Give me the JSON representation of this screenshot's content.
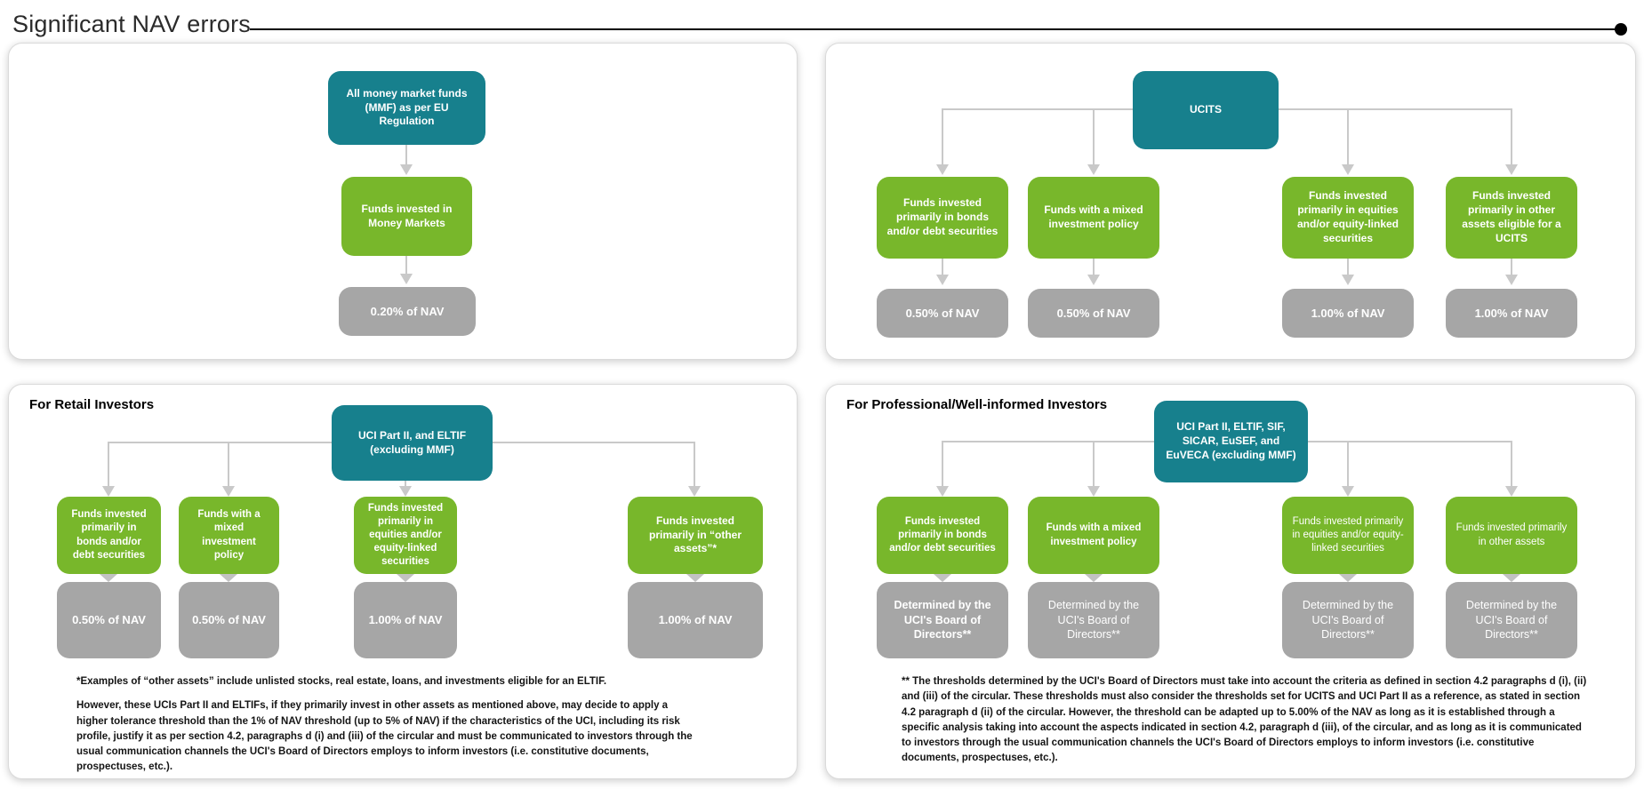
{
  "title": "Significant NAV errors",
  "colors": {
    "teal": "#17808D",
    "green": "#78B72B",
    "gray": "#A6A6A6",
    "connector": "#C9C9C9"
  },
  "panels": {
    "mmf": {
      "root": {
        "label": "All money market funds (MMF) as per EU Regulation"
      },
      "nodes": [
        {
          "category": "Funds invested in Money Markets",
          "threshold": "0.20% of NAV"
        }
      ]
    },
    "ucits": {
      "root": {
        "label": "UCITS"
      },
      "nodes": [
        {
          "category": "Funds invested primarily in bonds and/or debt securities",
          "threshold": "0.50% of NAV"
        },
        {
          "category": "Funds with a mixed investment policy",
          "threshold": "0.50% of NAV"
        },
        {
          "category": "Funds invested primarily in equities and/or equity-linked securities",
          "threshold": "1.00% of NAV"
        },
        {
          "category": "Funds invested primarily in other assets eligible for a UCITS",
          "threshold": "1.00% of NAV"
        }
      ]
    },
    "retail": {
      "header": "For Retail Investors",
      "root": {
        "label": "UCI Part II, and ELTIF (excluding MMF)"
      },
      "nodes": [
        {
          "category": "Funds invested primarily in bonds and/or debt securities",
          "threshold": "0.50% of NAV"
        },
        {
          "category": "Funds with a mixed investment policy",
          "threshold": "0.50% of NAV"
        },
        {
          "category": "Funds invested primarily in equities and/or equity-linked securities",
          "threshold": "1.00% of NAV"
        },
        {
          "category": "Funds invested primarily in “other assets”*",
          "threshold": "1.00% of NAV"
        }
      ],
      "footnotes": [
        "*Examples of “other assets” include unlisted stocks, real estate, loans, and investments eligible for an ELTIF.",
        "However, these UCIs Part II and ELTIFs, if they primarily invest in other assets as mentioned above, may decide to apply a higher tolerance threshold than the 1% of NAV threshold (up to 5% of NAV) if the characteristics of the UCI, including its risk profile, justify it as per section 4.2, paragraphs d (i) and (iii) of the circular and must be communicated to investors through the usual communication channels the UCI's Board of Directors employs to inform investors (i.e. constitutive documents, prospectuses, etc.)."
      ]
    },
    "professional": {
      "header": "For Professional/Well-informed Investors",
      "root": {
        "label": "UCI Part II, ELTIF, SIF, SICAR, EuSEF, and EuVECA (excluding MMF)"
      },
      "nodes": [
        {
          "category": "Funds invested primarily in bonds and/or debt securities",
          "threshold": "Determined by the UCI's Board of Directors**"
        },
        {
          "category": "Funds with a mixed investment policy",
          "threshold": "Determined by the UCI's Board of Directors**"
        },
        {
          "category": "Funds invested primarily in equities and/or equity-linked securities",
          "threshold": "Determined by the UCI's Board of Directors**"
        },
        {
          "category": "Funds invested primarily in other assets",
          "threshold": "Determined by the UCI's Board of Directors**"
        }
      ],
      "footnote": "** The thresholds determined by the UCI's Board of Directors must take into account the criteria as defined in section 4.2 paragraphs d (i), (ii) and (iii) of the circular. These thresholds must also consider the thresholds set for UCITS and UCI Part II as a reference, as stated in section 4.2 paragraph d (ii) of the circular. However, the threshold can be adapted up to 5.00% of the NAV as long as it is established through a specific analysis taking into account the aspects indicated in section 4.2, paragraph d (iii), of the circular, and as long as it is communicated to investors through the usual communication channels the UCI's Board of Directors employs to inform investors (i.e. constitutive documents, prospectuses, etc.)."
    }
  }
}
